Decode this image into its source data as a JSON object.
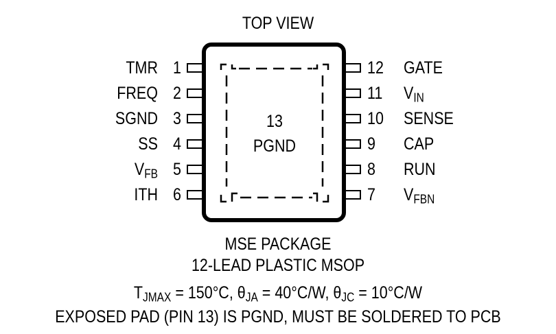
{
  "top_view": "TOP VIEW",
  "pad": {
    "number": "13",
    "name": "PGND"
  },
  "left_pins": [
    {
      "num": "1",
      "name": "TMR",
      "sub": ""
    },
    {
      "num": "2",
      "name": "FREQ",
      "sub": ""
    },
    {
      "num": "3",
      "name": "SGND",
      "sub": ""
    },
    {
      "num": "4",
      "name": "SS",
      "sub": ""
    },
    {
      "num": "5",
      "name": "V",
      "sub": "FB"
    },
    {
      "num": "6",
      "name": "ITH",
      "sub": ""
    }
  ],
  "right_pins": [
    {
      "num": "12",
      "name": "GATE",
      "sub": ""
    },
    {
      "num": "11",
      "name": "V",
      "sub": "IN"
    },
    {
      "num": "10",
      "name": "SENSE",
      "sub": ""
    },
    {
      "num": "9",
      "name": "CAP",
      "sub": ""
    },
    {
      "num": "8",
      "name": "RUN",
      "sub": ""
    },
    {
      "num": "7",
      "name": "V",
      "sub": "FBN"
    }
  ],
  "package_name": "MSE PACKAGE",
  "package_desc": "12-LEAD PLASTIC MSOP",
  "thermal": {
    "tjmax_prefix": "T",
    "tjmax_sub": "JMAX",
    "tjmax_value": " = 150°C, θ",
    "ja_sub": "JA",
    "ja_value": " = 40°C/W, θ",
    "jc_sub": "JC",
    "jc_value": " = 10°C/W"
  },
  "exposed_pad_note": "EXPOSED PAD (PIN 13) IS PGND, MUST BE SOLDERED TO PCB"
}
